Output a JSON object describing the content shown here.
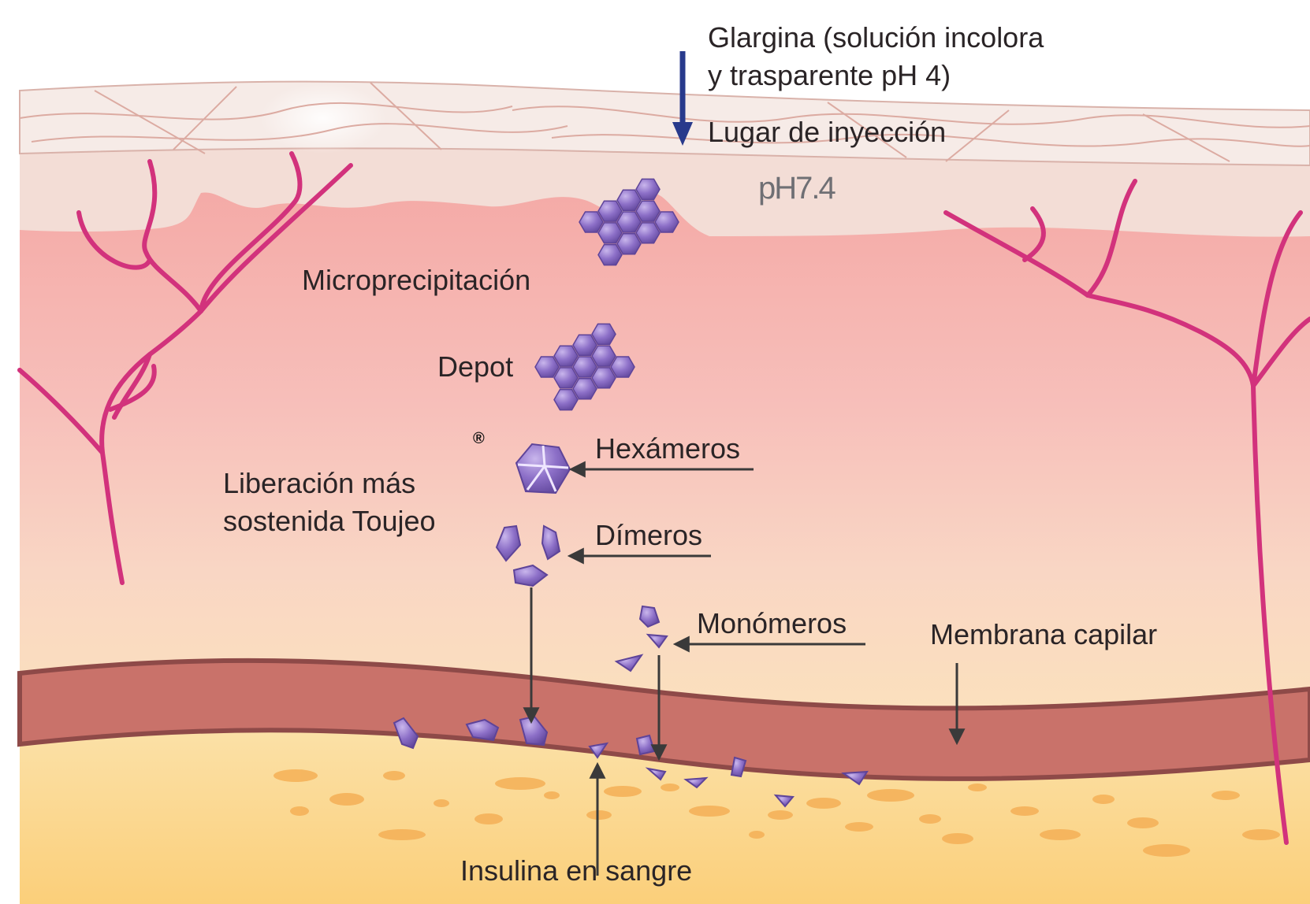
{
  "labels": {
    "glargina_line1": "Glargina (solución incolora",
    "glargina_line2": "y trasparente pH 4)",
    "injection_site": "Lugar de inyección",
    "ph": "pH7.4",
    "microprecipitation": "Micropre­cipitación",
    "depot": "Depot",
    "registered_mark": "®",
    "release_line1": "Liberación más",
    "release_line2": "sostenida Toujeo",
    "hexamers": "Hexámeros",
    "dimers": "Dímeros",
    "monomers": "Monómeros",
    "capillary_membrane": "Membrana capilar",
    "blood_insulin": "Insulina en sangre"
  },
  "colors": {
    "epidermis": "#f4e6e0",
    "subcutis_top": "#f5aaa6",
    "subcutis_bottom": "#f9d9b8",
    "vessel": "#c86f68",
    "blood": "#fbd690",
    "capillary_lines": "#d0337a",
    "insulin": "#7e62b8",
    "arrow_blue": "#283a8c"
  }
}
